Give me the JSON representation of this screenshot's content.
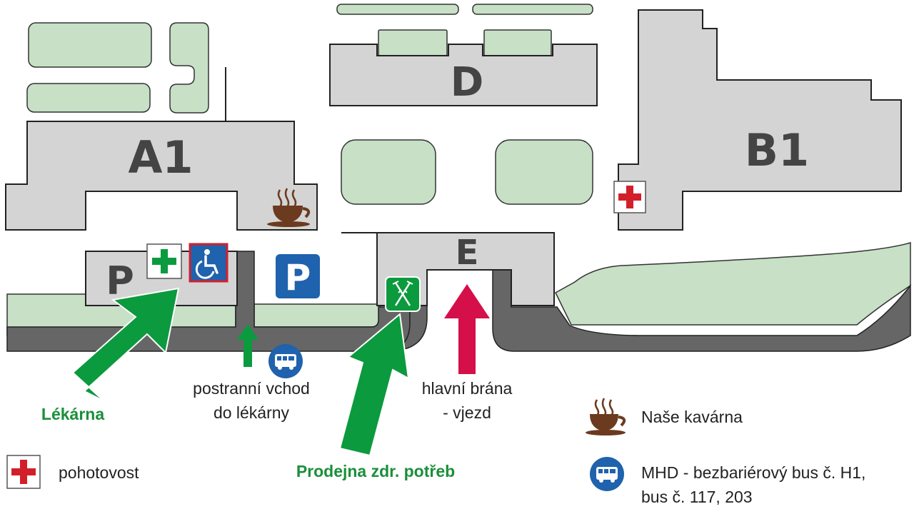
{
  "colors": {
    "building": "#d4d4d4",
    "green_area": "#c7e0c6",
    "road": "#666666",
    "arrow_green": "#0b9a3e",
    "arrow_red": "#d40f4a",
    "parking_blue": "#1f62ad",
    "bus_blue": "#1f62ad",
    "cross_red": "#d2202a"
  },
  "buildings": {
    "a1": "A1",
    "b1": "B1",
    "d": "D",
    "e": "E",
    "p": "P"
  },
  "parking_sign": "P",
  "labels": {
    "pharmacy": "Lékárna",
    "side_entrance_line1": "postranní vchod",
    "side_entrance_line2": "do lékárny",
    "main_gate_line1": "hlavní brána",
    "main_gate_line2": "- vjezd",
    "medical_shop": "Prodejna zdr. potřeb"
  },
  "legend": {
    "cafe": "Naše kavárna",
    "emergency": "pohotovost",
    "bus_line1": "MHD - bezbariérový bus č. H1,",
    "bus_line2": "bus č. 117, 203"
  },
  "icons": [
    "coffee-cup-icon",
    "red-cross-icon",
    "pharmacy-cross-icon",
    "wheelchair-icon",
    "parking-icon",
    "bus-icon",
    "crutches-icon"
  ]
}
